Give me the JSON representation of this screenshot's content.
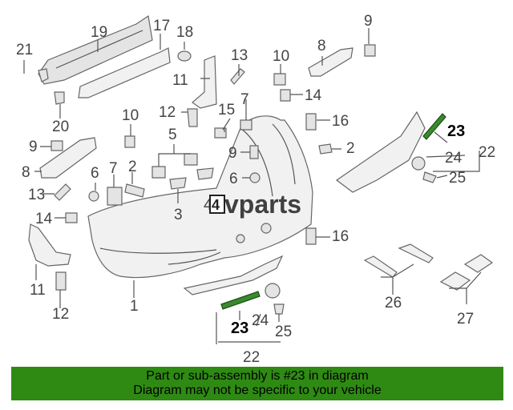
{
  "brand": {
    "logo_text": "vparts",
    "logo_prefix": "4"
  },
  "callouts": {
    "n1": "1",
    "n2a": "2",
    "n2b": "2",
    "n3": "3",
    "n4": "4",
    "n5": "5",
    "n6a": "6",
    "n6b": "6",
    "n7a": "7",
    "n7b": "7",
    "n8a": "8",
    "n8b": "8",
    "n9a": "9",
    "n9b": "9",
    "n9c": "9",
    "n10a": "10",
    "n10b": "10",
    "n11a": "11",
    "n11b": "11",
    "n12a": "12",
    "n12b": "12",
    "n13a": "13",
    "n13b": "13",
    "n14a": "14",
    "n14b": "14",
    "n15": "15",
    "n16a": "16",
    "n16b": "16",
    "n17": "17",
    "n18": "18",
    "n19": "19",
    "n20": "20",
    "n21": "21",
    "n22a": "22",
    "n22b": "22",
    "n23a": "23",
    "n23b": "23",
    "n24a": "24",
    "n24b": "24",
    "n25a": "25",
    "n25b": "25",
    "n26": "26",
    "n27": "27"
  },
  "highlight": {
    "part_number": "23",
    "color": "#3a8a2e"
  },
  "banner": {
    "line1": "Part or sub-assembly is #23 in diagram",
    "line2": "Diagram may not be specific to your vehicle",
    "background": "#2f8a14"
  }
}
